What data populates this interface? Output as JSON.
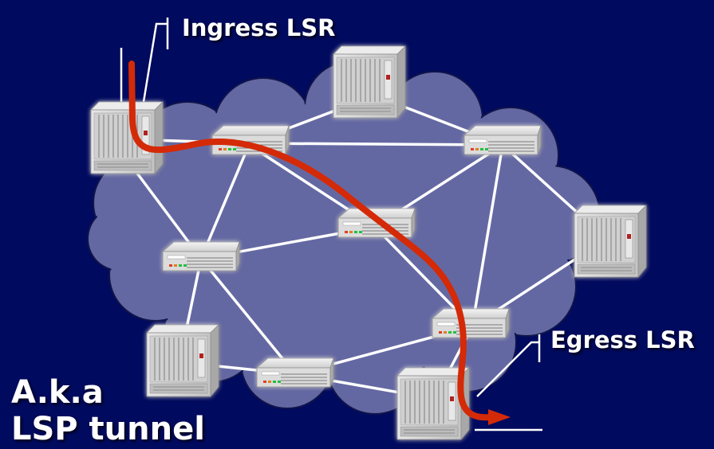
{
  "labels": {
    "ingress": "Ingress LSR",
    "egress": "Egress LSR",
    "aka_line1": "A.k.a",
    "aka_line2": "LSP tunnel"
  },
  "colors": {
    "background": "#000a5e",
    "cloud": "#6468a2",
    "cloud_outline": "#10144a",
    "link": "#ffffff",
    "tunnel": "#d42a08",
    "device_body": "#d8d8d8"
  },
  "icons": {
    "router": "router-icon",
    "rack_switch": "rack-switch-icon",
    "cloud": "network-cloud",
    "tunnel": "lsp-tunnel-arrow"
  }
}
